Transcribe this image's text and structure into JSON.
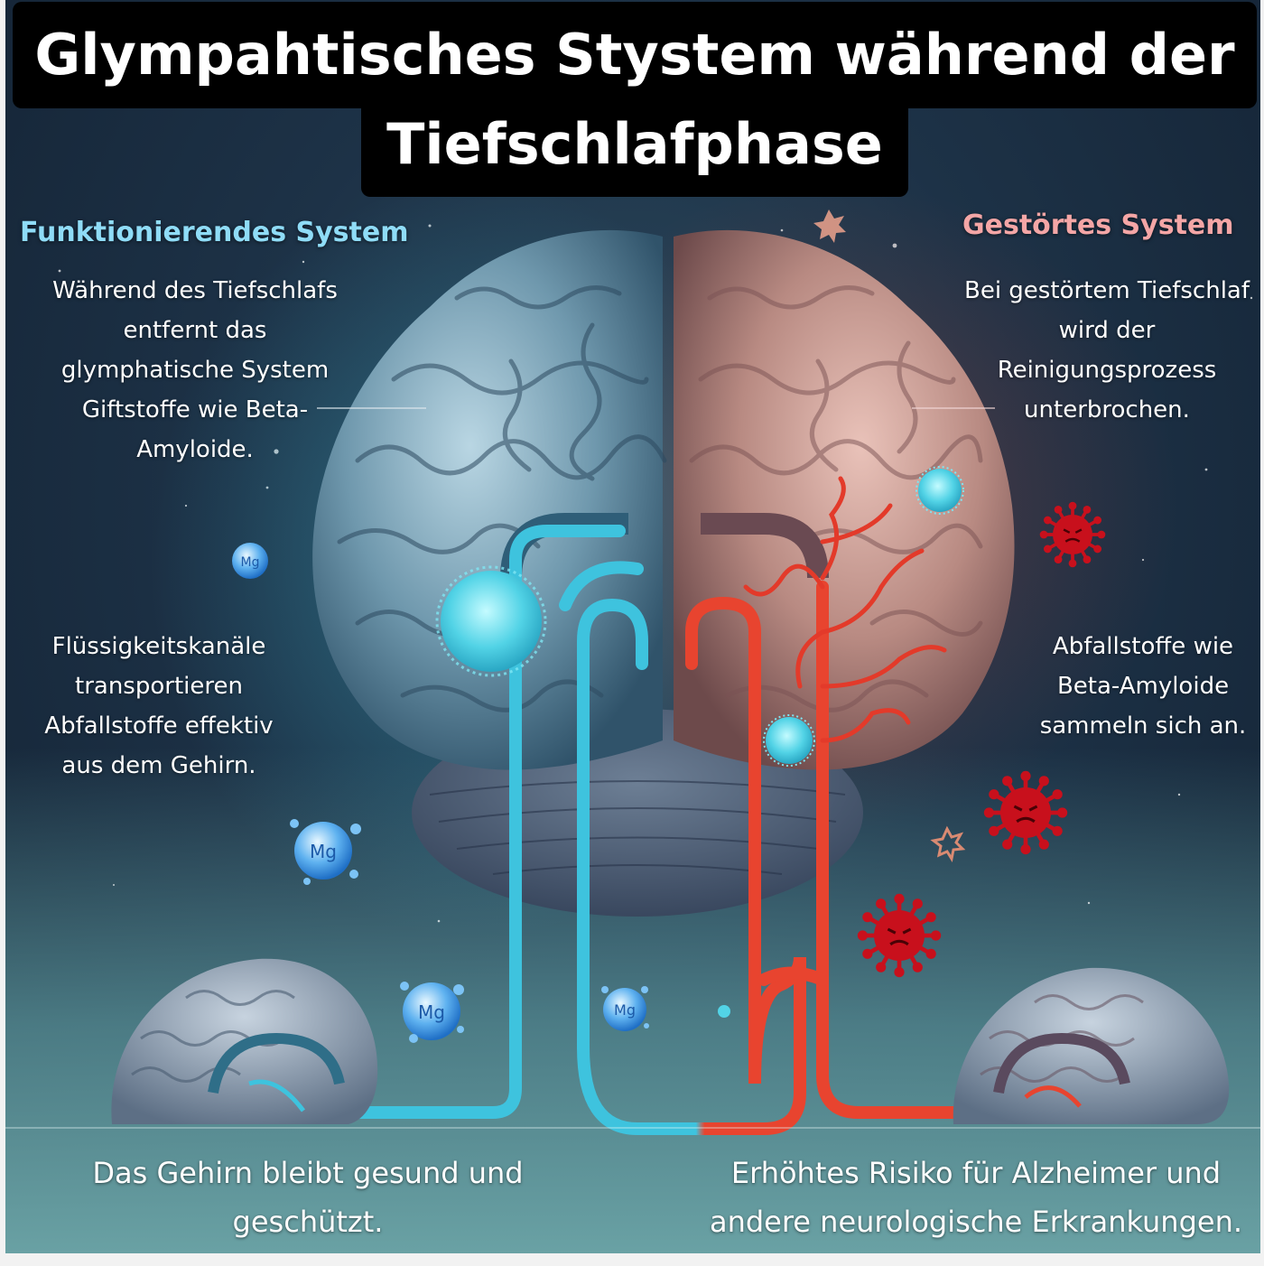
{
  "title": {
    "line1": "Glympahtisches Stystem während der",
    "line2": "Tiefschlafphase"
  },
  "left": {
    "heading": "Funktionierendes System",
    "text1": "Während des Tiefschlafs entfernt das glymphatische System Giftstoffe wie Beta-Amyloide.",
    "text2": "Flüssigkeitskanäle transportieren Abfallstoffe effektiv aus dem Gehirn.",
    "bottom": "Das Gehirn bleibt gesund und geschützt."
  },
  "right": {
    "heading": "Gestörtes System",
    "text1": "Bei gestörtem Tiefschlaf wird der Reinigungsprozess unterbrochen.",
    "text2": "Abfallstoffe wie Beta-Amyloide sammeln sich an.",
    "bottom": "Erhöhtes Risiko für Alzheimer und andere neurologische Erkrankungen."
  },
  "mg_bubbles": [
    {
      "label": "Mg"
    },
    {
      "label": "Mg"
    },
    {
      "label": "Mg"
    },
    {
      "label": "Mg"
    }
  ],
  "colors": {
    "healthy": "#3ec3de",
    "disturbed": "#e8442f",
    "virus": "#c8101c",
    "left_heading": "#8fdcf7",
    "right_heading": "#f4a6a6"
  }
}
